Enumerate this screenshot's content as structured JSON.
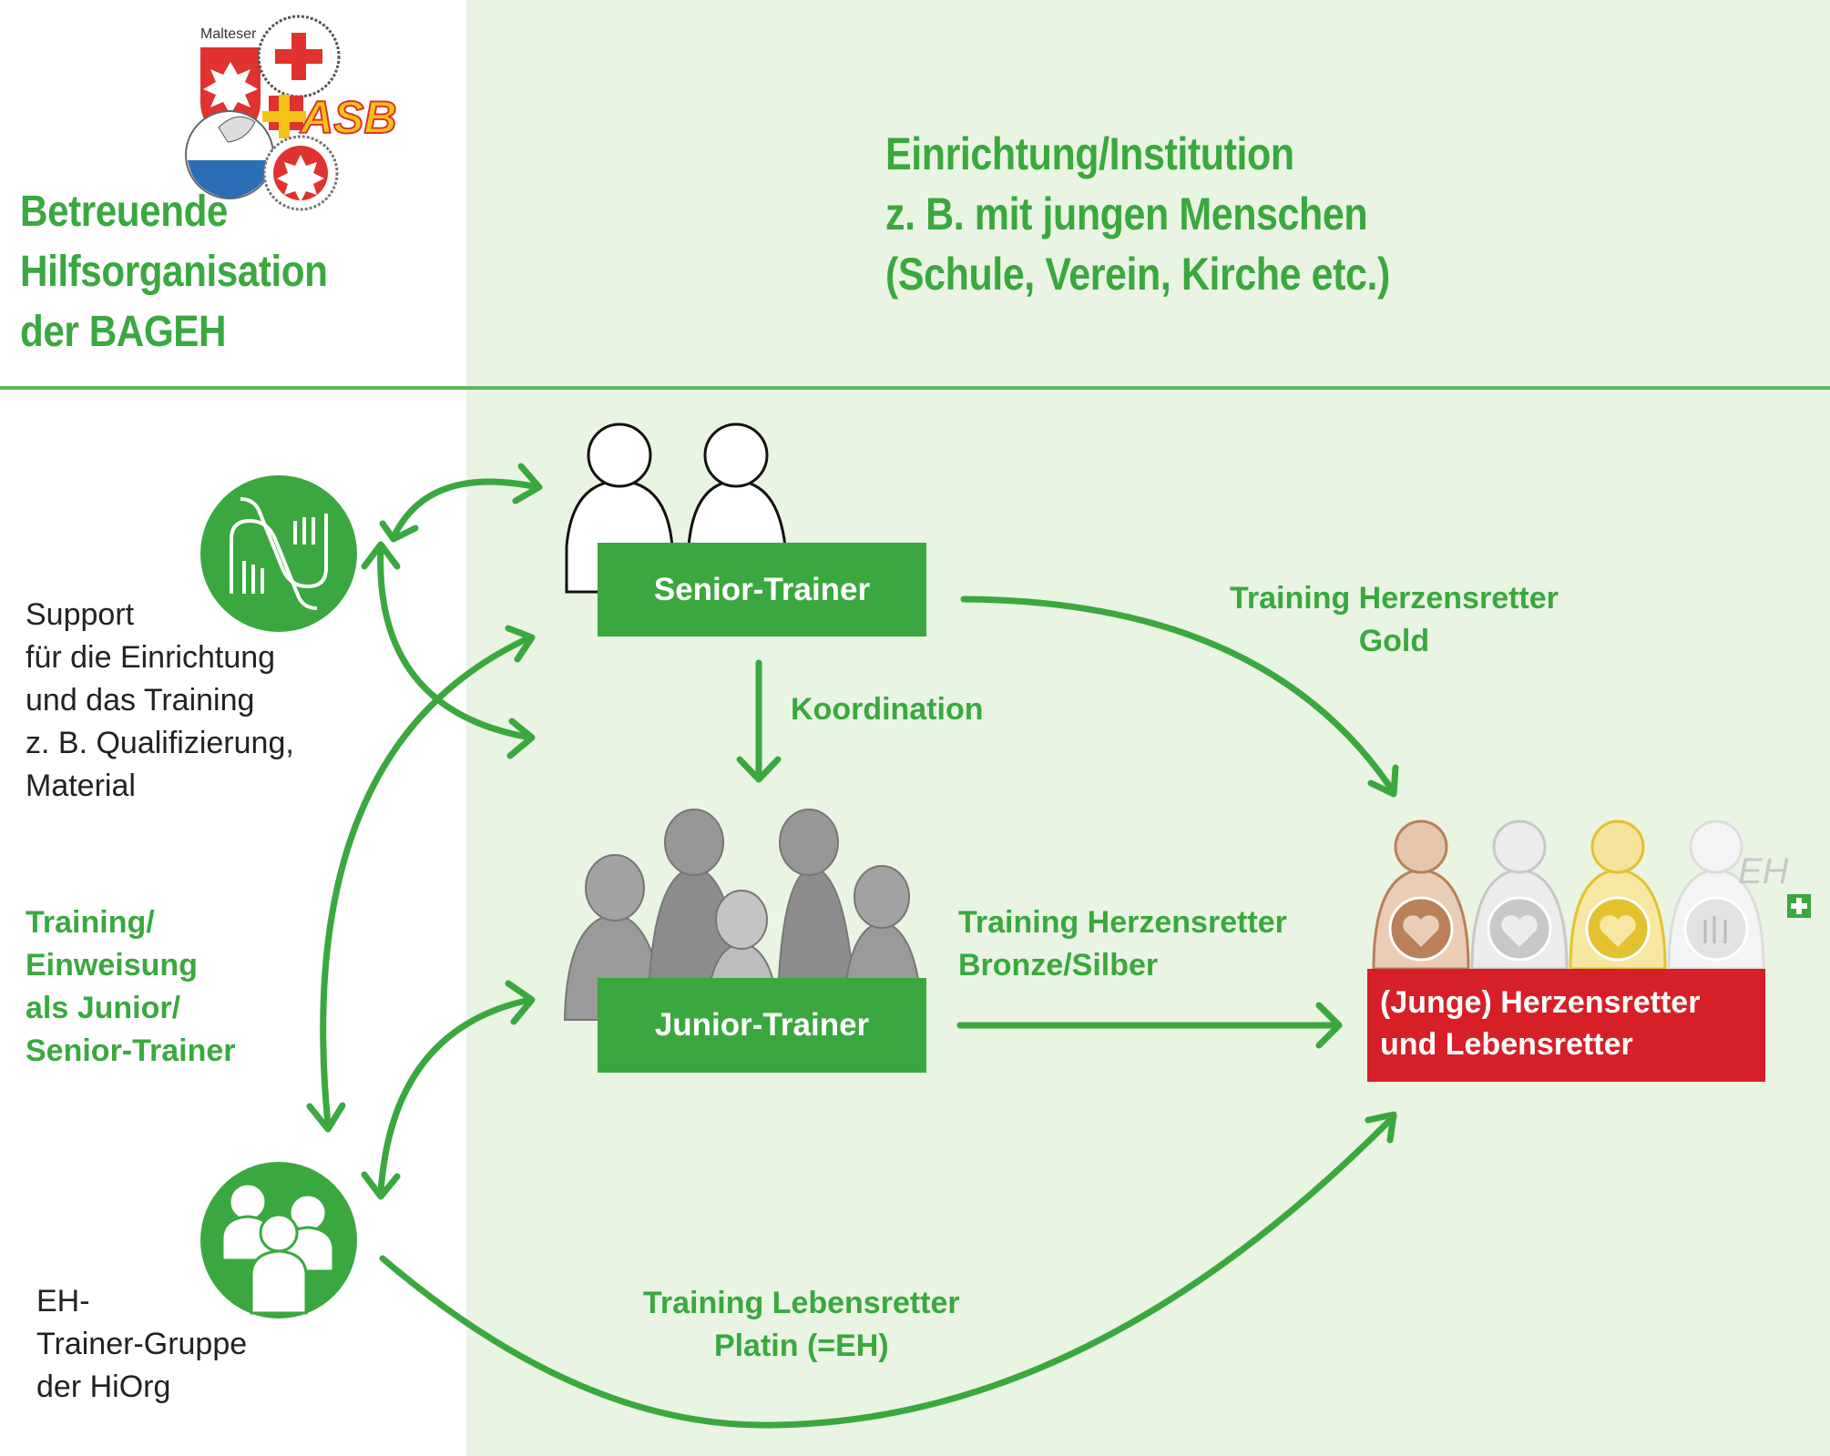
{
  "header": {
    "organization": {
      "lines": [
        "Betreuende",
        "Hilfsorganisation",
        "der BAGEH"
      ],
      "logos": [
        "malteser-logo",
        "drk-logo",
        "asb-logo",
        "dlrg-logo",
        "johanniter-logo"
      ],
      "logo_caption": "Malteser"
    },
    "institution": {
      "lines": [
        "Einrichtung/Institution",
        "z. B. mit jungen Menschen",
        "(Schule, Verein, Kirche etc.)"
      ]
    }
  },
  "left_column": {
    "support": {
      "icon": "helping-hands-icon",
      "lines": [
        "Support",
        "für die Einrichtung",
        "und das Training",
        "z. B. Qualifizierung,",
        "Material"
      ]
    },
    "training_label": {
      "lines": [
        "Training/",
        "Einweisung",
        "als Junior/",
        "Senior-Trainer"
      ]
    },
    "eh_group": {
      "icon": "group-icon",
      "lines": [
        "EH-",
        "Trainer-Gruppe",
        "der HiOrg"
      ]
    }
  },
  "nodes": {
    "senior_trainer": "Senior-Trainer",
    "junior_trainer": "Junior-Trainer",
    "target": {
      "lines": [
        "(Junge) Herzensretter",
        "und Lebensretter"
      ],
      "badges": [
        "bronze",
        "silber",
        "gold",
        "platin"
      ],
      "eh_mark": "EH"
    }
  },
  "edges": {
    "koordination": "Koordination",
    "gold": [
      "Training Herzensretter",
      "Gold"
    ],
    "bronze_silber": [
      "Training Herzensretter",
      "Bronze/Silber"
    ],
    "platin": [
      "Training Lebensretter",
      "Platin (=EH)"
    ]
  },
  "colors": {
    "green": "#3aa83f",
    "light_green_bg": "#e9f4e2",
    "red": "#d71f27",
    "bronze": "#b9805a",
    "silver": "#c8c8c8",
    "gold": "#e3c22f",
    "platinum": "#e2e2e2"
  }
}
